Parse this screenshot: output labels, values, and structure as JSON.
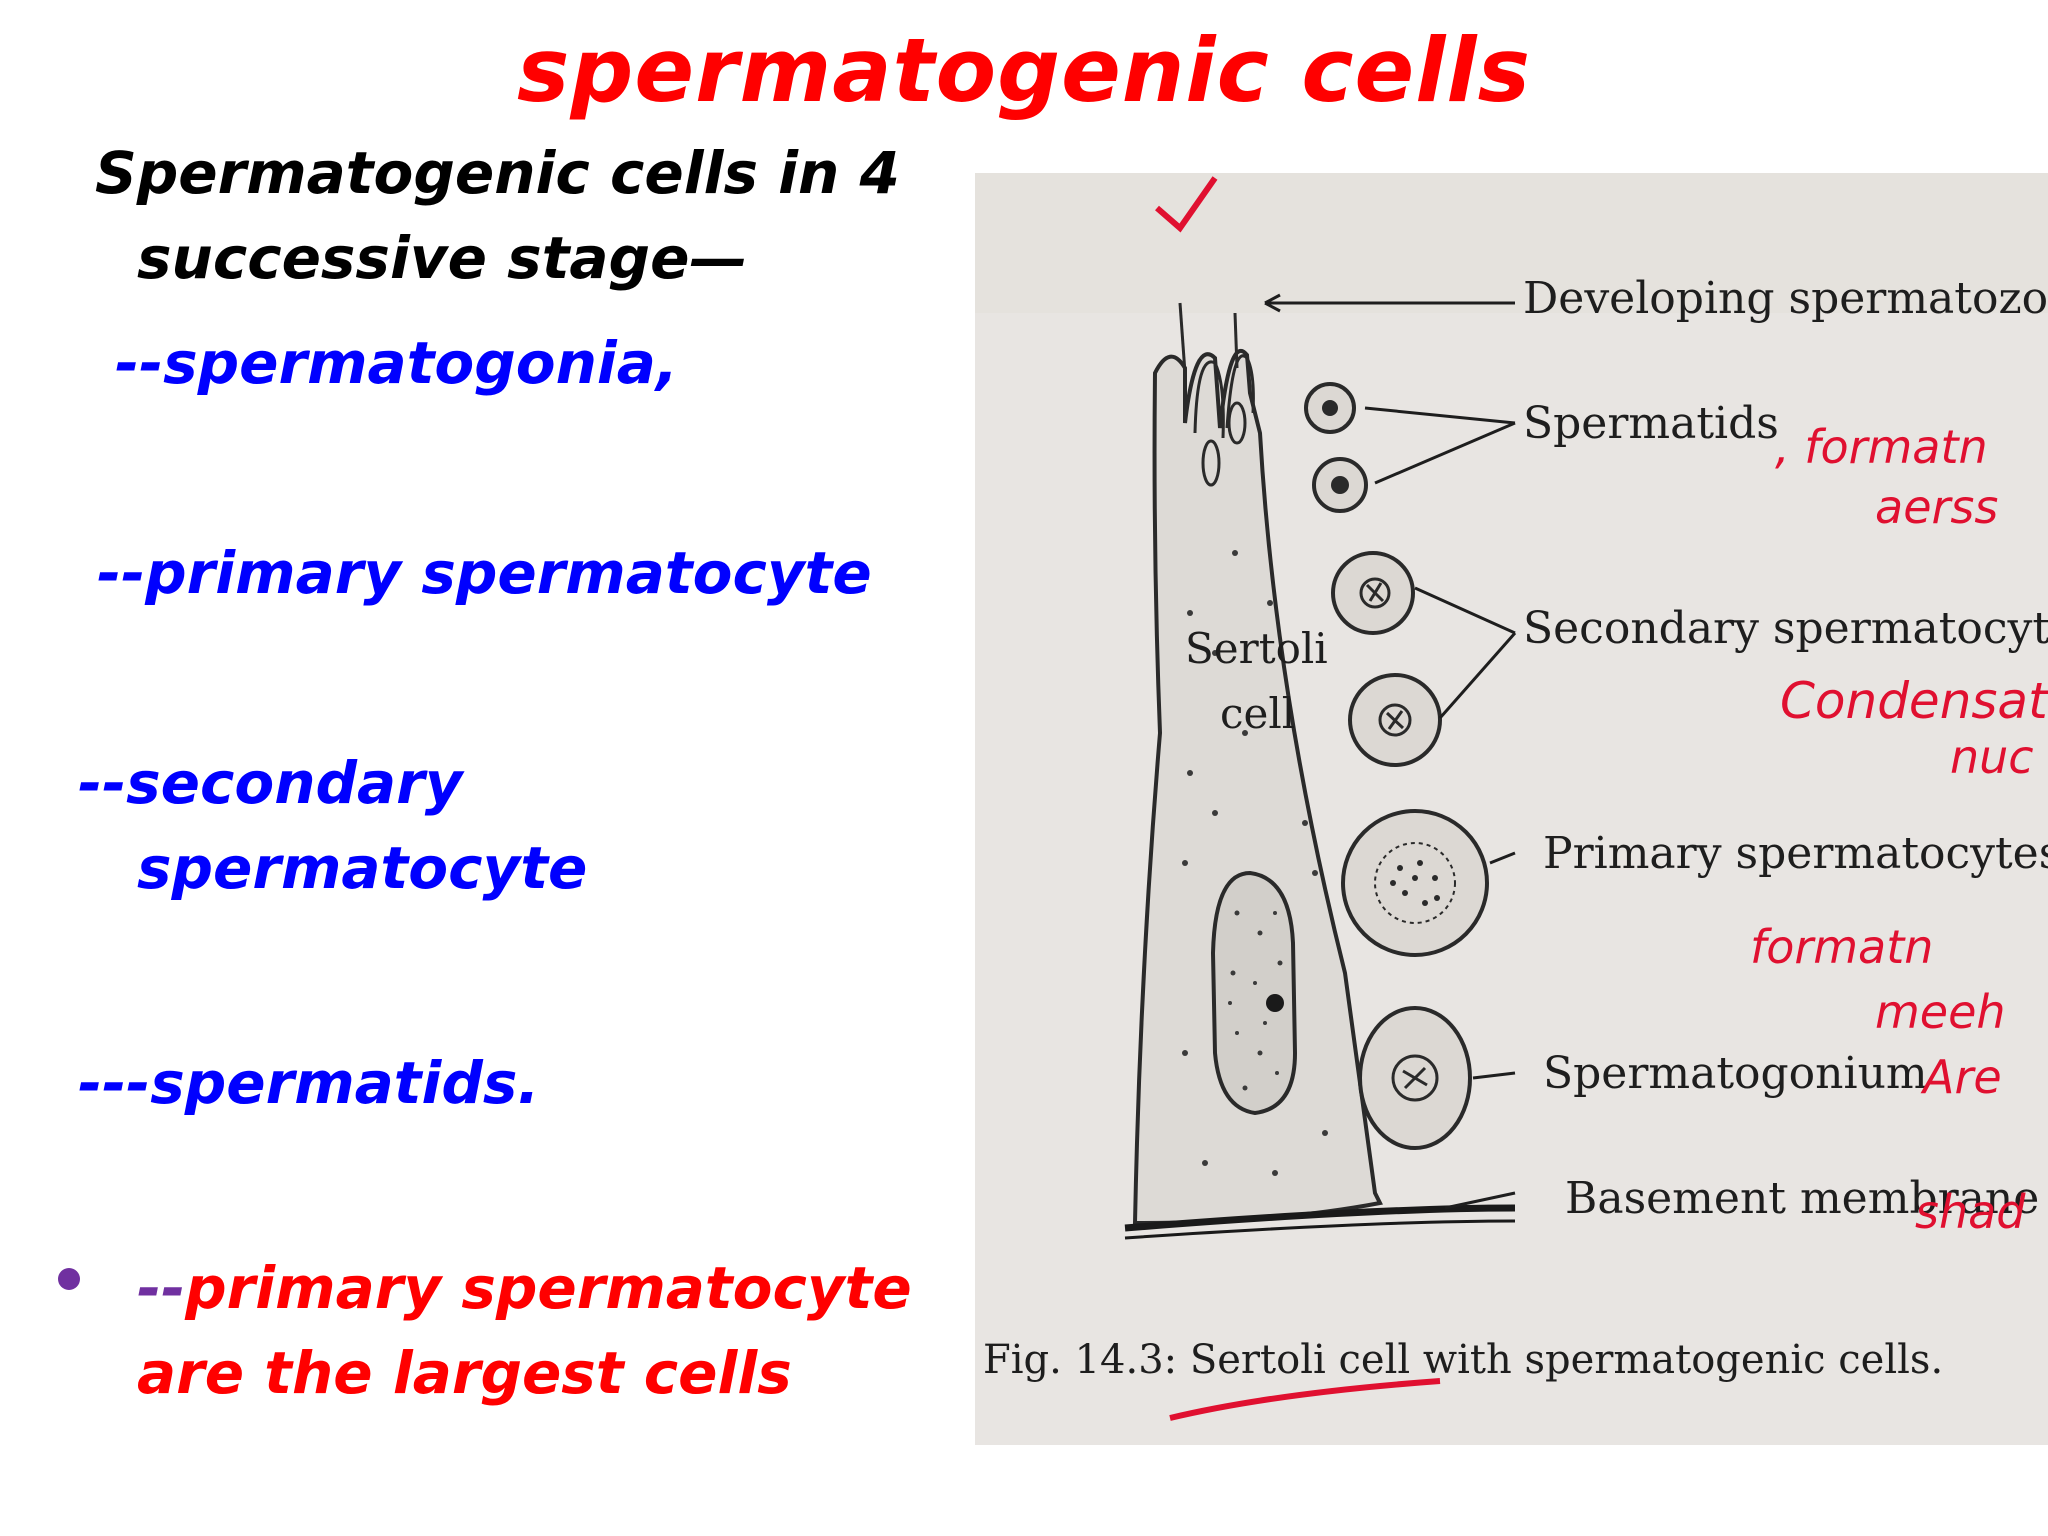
{
  "slide": {
    "title": "spermatogenic cells",
    "intro_line1": "Spermatogenic cells in 4",
    "intro_line2": "successive stage—",
    "stage1": "--spermatogonia,",
    "stage2": "--primary spermatocyte",
    "stage3_line1": "--secondary",
    "stage3_line2": "spermatocyte",
    "stage4": "---spermatids.",
    "bullet_prefix": "--",
    "bullet_line1": "primary spermatocyte",
    "bullet_line2": "are the largest cells"
  },
  "colors": {
    "title": "#ff0000",
    "intro": "#000000",
    "stages": "#0000ff",
    "bullet": "#ff0000",
    "bullet_marker": "#7030a0"
  },
  "figure": {
    "labels": {
      "developing": "Developing spermatozoa",
      "spermatids": "Spermatids",
      "secondary": "Secondary spermatocytes",
      "primary": "Primary  spermatocytes",
      "spermatogonium": "Spermatogonium",
      "basement": "Basement membrane",
      "sertoli": "Sertoli",
      "cell": "cell"
    },
    "caption": "Fig. 14.3: Sertoli  cell  with spermatogenic  cells.",
    "handwriting": {
      "note1": ", formatn",
      "note2": "aerss",
      "note3": "Condensat",
      "note4": "nuc",
      "note5": "formatn",
      "note6": "meeh",
      "note7": "Are",
      "note8": "shad"
    }
  }
}
